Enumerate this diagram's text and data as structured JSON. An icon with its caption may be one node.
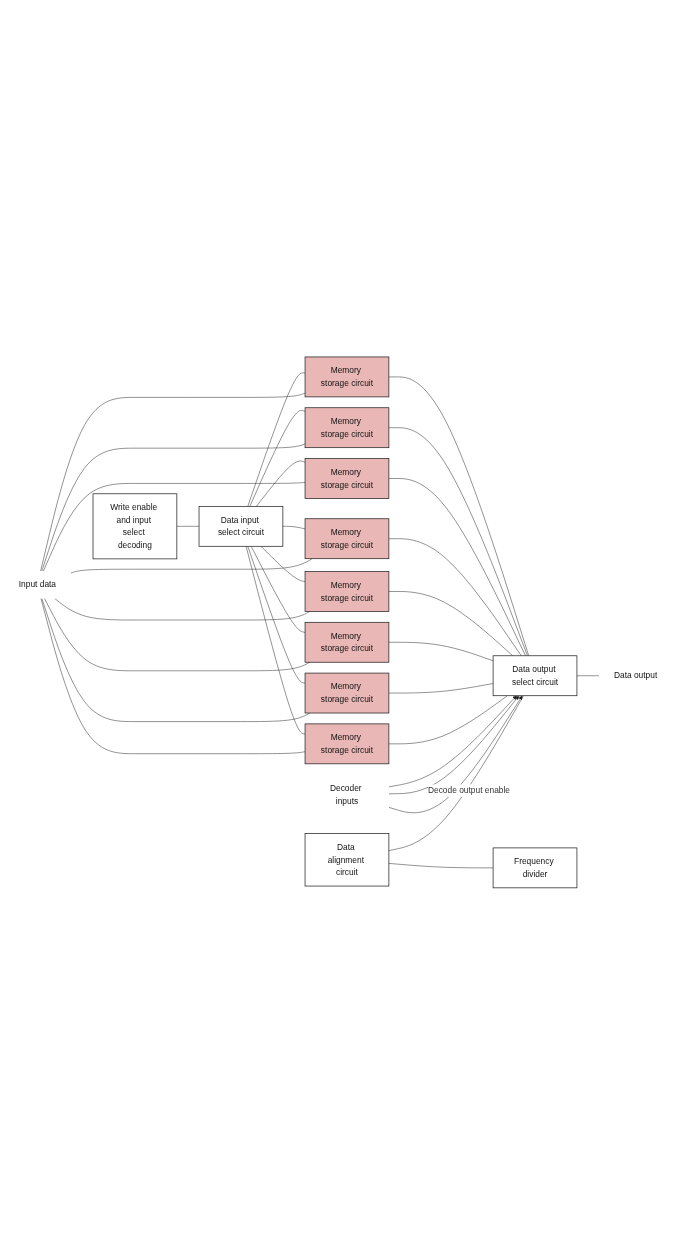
{
  "diagram": {
    "nodes": [
      {
        "text": [
          "Data input select circuit"
        ]
      },
      {
        "text": [
          "Memory storage circuit"
        ]
      },
      {
        "text": [
          "Memory storage circuit"
        ]
      },
      {
        "text": [
          "Memory storage circuit"
        ]
      },
      {
        "text": [
          "Memory storage circuit"
        ]
      },
      {
        "text": [
          "Memory storage circuit"
        ]
      },
      {
        "text": [
          "Memory storage circuit"
        ]
      },
      {
        "text": [
          "Memory storage circuit"
        ]
      },
      {
        "text": [
          "Memory storage circuit"
        ]
      },
      {
        "text": [
          "Data output select circuit"
        ]
      },
      {
        "text": [
          "Decoder inputs"
        ]
      },
      {
        "text": [
          "Data output"
        ]
      },
      {
        "text": [
          "Input data"
        ]
      },
      {
        "text": [
          "Write enable and input select decoding"
        ]
      },
      {
        "text": [
          "Data alignment circuit"
        ]
      },
      {
        "text": [
          "Frequency divider"
        ]
      }
    ],
    "edges": [
      {
        "from": 0,
        "to": 1,
        "arrow": "none"
      },
      {
        "from": 0,
        "to": 2,
        "arrow": "none"
      },
      {
        "from": 0,
        "to": 3,
        "arrow": "none"
      },
      {
        "from": 0,
        "to": 4,
        "arrow": "none"
      },
      {
        "from": 0,
        "to": 5,
        "arrow": "none"
      },
      {
        "from": 0,
        "to": 6,
        "arrow": "none"
      },
      {
        "from": 0,
        "to": 7,
        "arrow": "none"
      },
      {
        "from": 0,
        "to": 8,
        "arrow": "none"
      },
      {
        "from": 12,
        "to": 1,
        "arrow": "none"
      },
      {
        "from": 12,
        "to": 2,
        "arrow": "none"
      },
      {
        "from": 12,
        "to": 3,
        "arrow": "none"
      },
      {
        "from": 12,
        "to": 4,
        "arrow": "none"
      },
      {
        "from": 12,
        "to": 5,
        "arrow": "none"
      },
      {
        "from": 12,
        "to": 6,
        "arrow": "none"
      },
      {
        "from": 12,
        "to": 7,
        "arrow": "none"
      },
      {
        "from": 12,
        "to": 8,
        "arrow": "none"
      },
      {
        "from": 1,
        "to": 9,
        "arrow": "none"
      },
      {
        "from": 2,
        "to": 9,
        "arrow": "none"
      },
      {
        "from": 3,
        "to": 9,
        "arrow": "none"
      },
      {
        "from": 4,
        "to": 9,
        "arrow": "none"
      },
      {
        "from": 5,
        "to": 9,
        "arrow": "none"
      },
      {
        "from": 6,
        "to": 9,
        "arrow": "none"
      },
      {
        "from": 7,
        "to": 9,
        "arrow": "none"
      },
      {
        "from": 8,
        "to": 9,
        "arrow": "none"
      },
      {
        "from": 10,
        "to": 9,
        "arrow": "to"
      },
      {
        "from": 10,
        "to": 9,
        "arrow": "to"
      },
      {
        "from": 10,
        "to": 9,
        "arrow": "to"
      },
      {
        "from": 9,
        "to": 11,
        "arrow": "none"
      },
      {
        "from": 13,
        "to": 0,
        "arrow": "none"
      },
      {
        "from": 14,
        "to": 9,
        "arrow": "none",
        "label": "Decode output enable"
      },
      {
        "from": 14,
        "to": 15,
        "arrow": "none"
      }
    ]
  }
}
